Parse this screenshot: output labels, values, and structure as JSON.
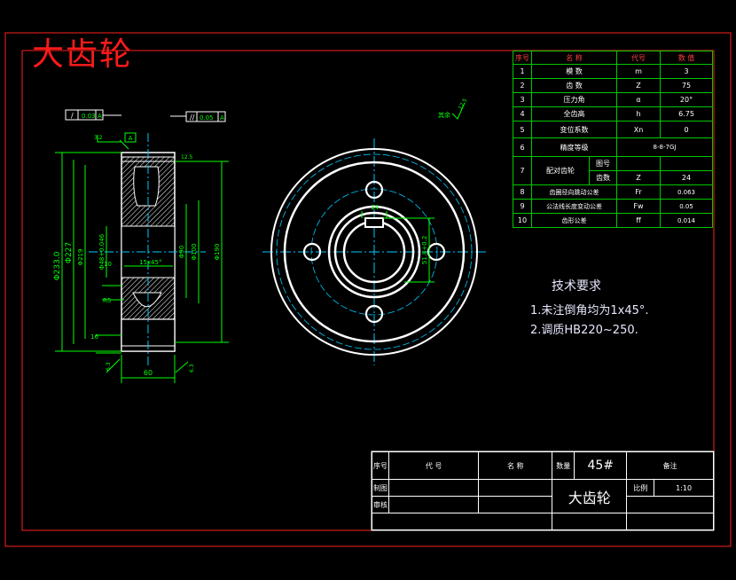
{
  "title": "大齿轮",
  "parameter_table": {
    "headers": [
      "序号",
      "名 称",
      "代号",
      "数 值"
    ],
    "rows": [
      {
        "no": "1",
        "name": "模 数",
        "symbol": "m",
        "value": "3"
      },
      {
        "no": "2",
        "name": "齿 数",
        "symbol": "Z",
        "value": "75"
      },
      {
        "no": "3",
        "name": "压力角",
        "symbol": "α",
        "value": "20°"
      },
      {
        "no": "4",
        "name": "全齿高",
        "symbol": "h",
        "value": "6.75"
      },
      {
        "no": "5",
        "name": "变位系数",
        "symbol": "Xn",
        "value": "0"
      },
      {
        "no": "6",
        "name": "精度等级",
        "value": "8-8-7GJ"
      },
      {
        "no": "7",
        "name": "配对齿轮",
        "sub1": "图号",
        "sub2": "齿数",
        "symbol": "Z",
        "value": "24"
      },
      {
        "no": "8",
        "name": "齿圈径向跳动公差",
        "symbol": "Fr",
        "value": "0.063"
      },
      {
        "no": "9",
        "name": "公法线长度变动公差",
        "symbol": "Fw",
        "value": "0.05"
      },
      {
        "no": "10",
        "name": "齿形公差",
        "symbol": "ff",
        "value": "0.014"
      }
    ]
  },
  "tech_requirements": {
    "heading": "技术要求",
    "items": [
      "1.未注倒角均为1x45°.",
      "2.调质HB220~250."
    ]
  },
  "title_block": {
    "seq": "序号",
    "code": "代 号",
    "name": "名 称",
    "qty": "数量",
    "material": "45#",
    "remark": "备注",
    "drawn": "制图",
    "checked": "审核",
    "part_name": "大齿轮",
    "scale_label": "比例",
    "scale": "1:10"
  },
  "dimensions": {
    "tip_dia": "Φ233.0",
    "pitch_dia": "Φ227",
    "d3": "Φ219",
    "bore": "Φ48+0.046",
    "d5": "Φ90",
    "d6": "Φ100",
    "d7": "Φ190",
    "width": "60",
    "chamfer": "15x45°",
    "rough1": "3.2",
    "rough2": "6.3",
    "rough3": "12.5",
    "keyway": "51.8+0.2",
    "keyway_w": "14",
    "runout": "0.03",
    "parallel": "0.05",
    "datum": "A",
    "r_label": "R5",
    "rest": "其余",
    "n16": "16",
    "n10": "10"
  },
  "colors": {
    "frame": "#ff2020",
    "outline": "#ffffff",
    "dimension": "#00ff00",
    "centerline": "#00c8ff",
    "hatch": "#ff40ff"
  }
}
